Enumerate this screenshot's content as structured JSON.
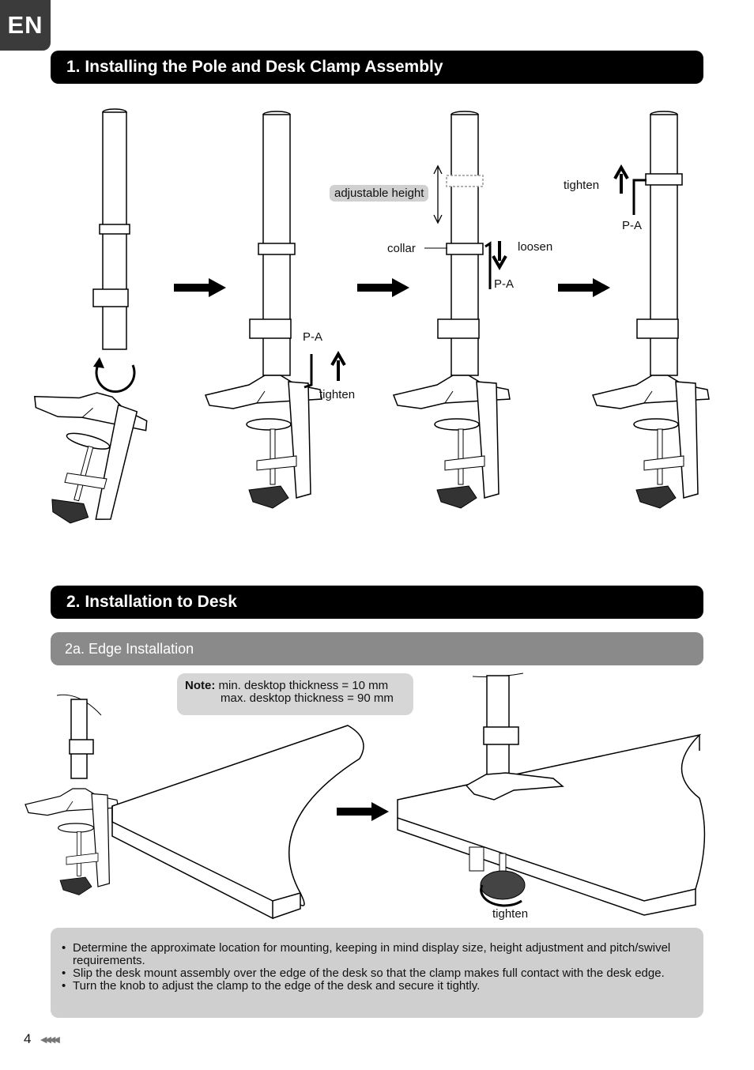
{
  "lang_tab": "EN",
  "section1": {
    "title": "1. Installing the Pole and Desk Clamp Assembly"
  },
  "step_labels": {
    "adjustable_height": "adjustable height",
    "collar": "collar",
    "loosen": "loosen",
    "pa_step2": "P-A",
    "tighten_step2": "tighten",
    "pa_step3": "P-A",
    "tighten_step4": "tighten",
    "pa_step4": "P-A"
  },
  "section2": {
    "title": "2. Installation to Desk"
  },
  "subsection2a": {
    "title": "2a. Edge Installation"
  },
  "note": {
    "label": "Note:",
    "line1": "min. desktop thickness = 10 mm",
    "line2": "max. desktop thickness = 90 mm"
  },
  "tighten_desk": "tighten",
  "instructions": [
    "Determine the approximate location for mounting, keeping in mind display size, height adjustment and pitch/swivel requirements.",
    "Slip the desk mount assembly over the edge of the desk so that the clamp makes full contact with the desk edge.",
    "Turn the knob to adjust the clamp to the edge of the desk and secure it tightly."
  ],
  "page_number": "4",
  "icons": [
    "arrow-right-icon",
    "rotate-arrow-icon",
    "allen-key-icon",
    "double-arrow-icon"
  ]
}
